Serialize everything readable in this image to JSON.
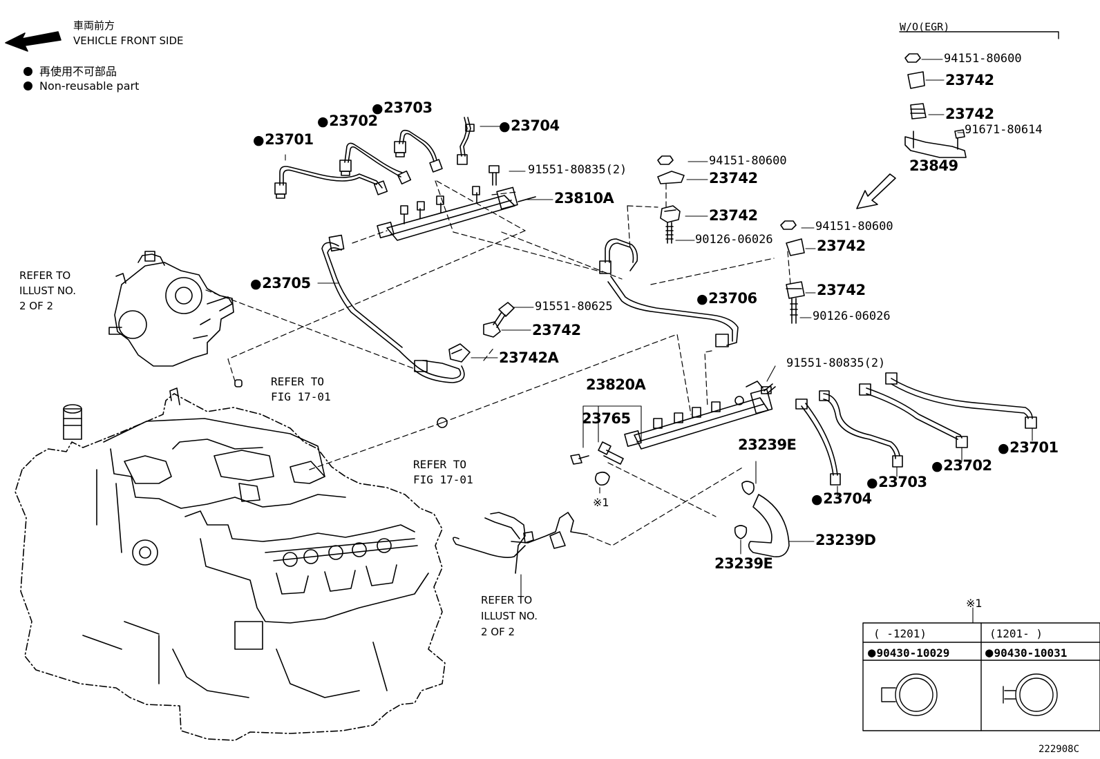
{
  "legend": {
    "direction_jp": "車両前方",
    "direction_en": "VEHICLE FRONT SIDE",
    "nonreuse_jp": "再使用不可部品",
    "nonreuse_en": "Non-reusable part"
  },
  "variant_note": "W/O(EGR)",
  "diagram_id": "222908C",
  "refer_notes": {
    "illust_left": [
      "REFER TO",
      "ILLUST NO.",
      "2 OF 2"
    ],
    "fig_a": [
      "REFER TO",
      "FIG 17-01"
    ],
    "fig_b": [
      "REFER TO",
      "FIG 17-01"
    ],
    "illust_bottom": [
      "REFER TO",
      "ILLUST NO.",
      "2 OF 2"
    ]
  },
  "parts": {
    "p23701a": "23701",
    "p23702a": "23702",
    "p23703a": "23703",
    "p23704a": "23704",
    "p23705": "23705",
    "p23810A": "23810A",
    "p91551_80835_a": "91551-80835(2)",
    "p91551_80625": "91551-80625",
    "p23742_mid": "23742",
    "p23742A": "23742A",
    "p94151_80600_mid": "94151-80600",
    "p23742_mid2": "23742",
    "p23742_mid3": "23742",
    "p90126_06026_mid": "90126-06026",
    "p94151_80600_top": "94151-80600",
    "p23742_top1": "23742",
    "p23742_top2": "23742",
    "p91671_80614": "91671-80614",
    "p23849": "23849",
    "p94151_80600_r": "94151-80600",
    "p23742_r1": "23742",
    "p23742_r2": "23742",
    "p90126_06026_r": "90126-06026",
    "p23706": "23706",
    "p91551_80835_b": "91551-80835(2)",
    "p23820A": "23820A",
    "p23765": "23765",
    "p23239E_top": "23239E",
    "p23239D": "23239D",
    "p23239E_bot": "23239E",
    "p23701b": "23701",
    "p23702b": "23702",
    "p23703b": "23703",
    "p23704b": "23704",
    "mark_x1_diagram": "※1"
  },
  "table": {
    "mark": "※1",
    "col1_range": "(   -1201)",
    "col2_range": "(1201-    )",
    "col1_part": "90430-10029",
    "col2_part": "90430-10031"
  }
}
